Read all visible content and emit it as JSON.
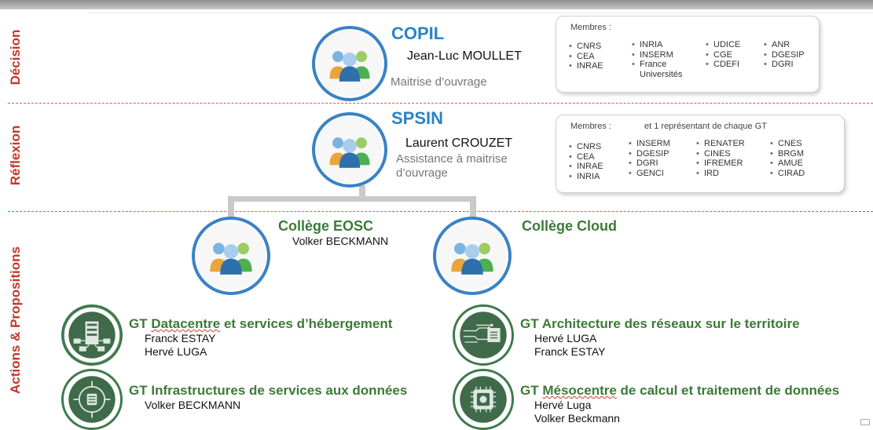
{
  "bands": [
    "Décision",
    "Réflexion",
    "Actions & Propositions"
  ],
  "copil": {
    "title": "COPIL",
    "person": "Jean-Luc MOULLET",
    "role": "Maitrise d’ouvrage",
    "members_heading": "Membres :",
    "members": [
      [
        "CNRS",
        "CEA",
        "INRAE"
      ],
      [
        "INRIA",
        "INSERM",
        "France Universités"
      ],
      [
        "UDICE",
        "CGE",
        "CDEFI"
      ],
      [
        "ANR",
        "DGESIP",
        "DGRI"
      ]
    ]
  },
  "spsin": {
    "title": "SPSIN",
    "person": "Laurent CROUZET",
    "role": "Assistance à maitrise d’ouvrage",
    "members_heading": "Membres :",
    "members_note": "et 1 représentant de chaque GT",
    "members": [
      [
        "CNRS",
        "CEA",
        "INRAE",
        "INRIA"
      ],
      [
        "INSERM",
        "DGESIP",
        "DGRI",
        "GENCI"
      ],
      [
        "RENATER",
        "CINES",
        "IFREMER",
        "IRD"
      ],
      [
        "CNES",
        "BRGM",
        "AMUE",
        "CIRAD"
      ]
    ]
  },
  "college_eosc": {
    "title": "Collège EOSC",
    "person": "Volker BECKMANN"
  },
  "college_cloud": {
    "title": "Collège Cloud"
  },
  "gts": [
    {
      "prefix": "GT",
      "title_underlined": "Datacentre",
      "title_rest": " et services d’hébergement",
      "people": [
        "Franck ESTAY",
        "Hervé LUGA"
      ]
    },
    {
      "prefix": "GT",
      "title_underlined": "",
      "title_rest": "Infrastructures de services aux données",
      "people": [
        "Volker BECKMANN"
      ]
    },
    {
      "prefix": "GT",
      "title_underlined": "",
      "title_rest": "Architecture des réseaux sur le territoire",
      "people": [
        "Hervé LUGA",
        "Franck ESTAY"
      ]
    },
    {
      "prefix": "GT",
      "title_underlined": "Mésocentre",
      "title_rest": " de calcul et traitement de données",
      "people": [
        "Hervé Luga",
        "Volker Beckmann"
      ]
    }
  ],
  "colors": {
    "band_label": "#c0392b",
    "blue_title": "#2a83c5",
    "green_title": "#3c7a37",
    "circle_border": "#3a82c4",
    "separator": "#d65a4a"
  },
  "icons": {
    "group": "people-group-icon",
    "server": "server-icon",
    "data": "data-services-icon",
    "network": "network-circuit-icon",
    "chip": "chip-icon"
  }
}
